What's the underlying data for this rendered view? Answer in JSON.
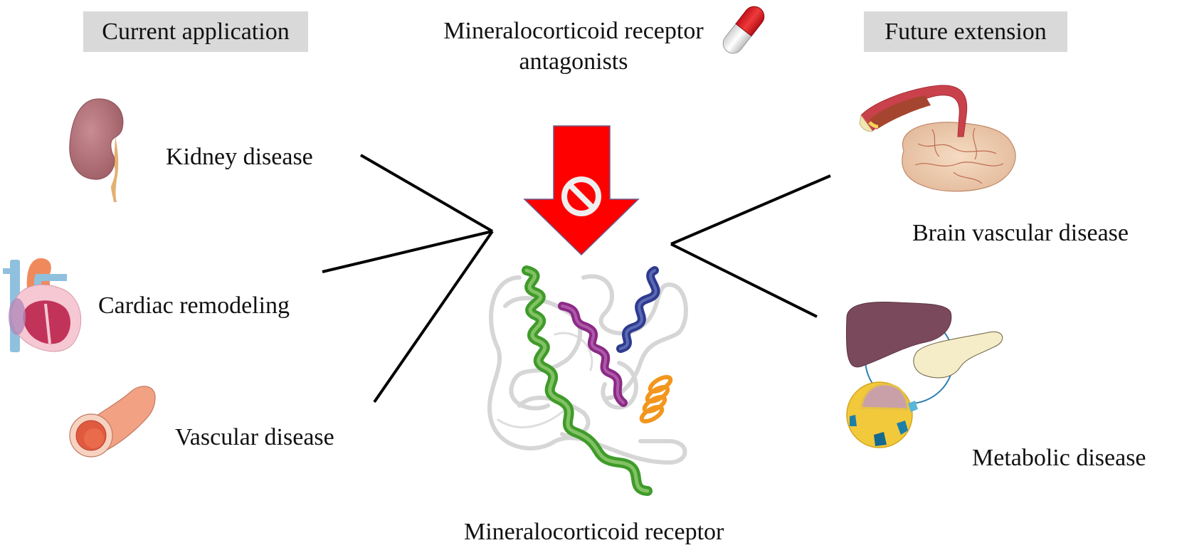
{
  "header": {
    "left_box": "Current application",
    "right_box": "Future extension",
    "title_line1": "Mineralocorticoid receptor",
    "title_line2": "antagonists"
  },
  "current_application": [
    {
      "label": "Kidney disease",
      "icon": "kidney-icon"
    },
    {
      "label": "Cardiac remodeling",
      "icon": "heart-icon"
    },
    {
      "label": "Vascular disease",
      "icon": "blood-vessel-icon"
    }
  ],
  "future_extension": [
    {
      "label": "Brain vascular disease",
      "icon": "brain-vessel-icon"
    },
    {
      "label": "Metabolic disease",
      "icon": "liver-pancreas-lipoprotein-icon"
    }
  ],
  "center": {
    "label": "Mineralocorticoid receptor",
    "arrow": "inhibition-arrow",
    "arrow_symbol": "no-symbol-icon",
    "drug_icon": "capsule-pill-icon",
    "protein_icon": "protein-ribbon-structure-icon"
  },
  "colors": {
    "header_box_bg": "#d9d9d9",
    "arrow_red": "#ff0000",
    "line": "#000000"
  }
}
